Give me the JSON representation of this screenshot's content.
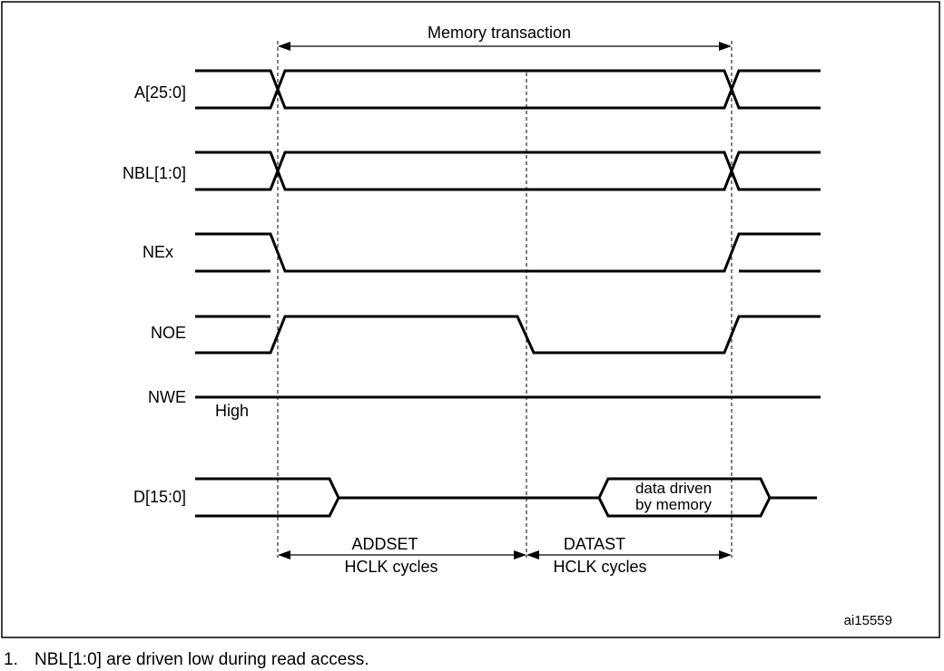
{
  "diagram": {
    "title": "Memory transaction",
    "signals": {
      "address": "A[25:0]",
      "byte_lane": "NBL[1:0]",
      "chip_enable": "NEx",
      "output_enable": "NOE",
      "write_enable": "NWE",
      "data": "D[15:0]"
    },
    "nwe_state": "High",
    "data_box_line1": "data driven",
    "data_box_line2": "by memory",
    "phase1_line1": "ADDSET",
    "phase1_line2": "HCLK cycles",
    "phase2_line1": "DATAST",
    "phase2_line2": "HCLK cycles",
    "figure_id": "ai15559"
  },
  "footnote": {
    "number": "1.",
    "text": "NBL[1:0] are driven low during read access."
  }
}
